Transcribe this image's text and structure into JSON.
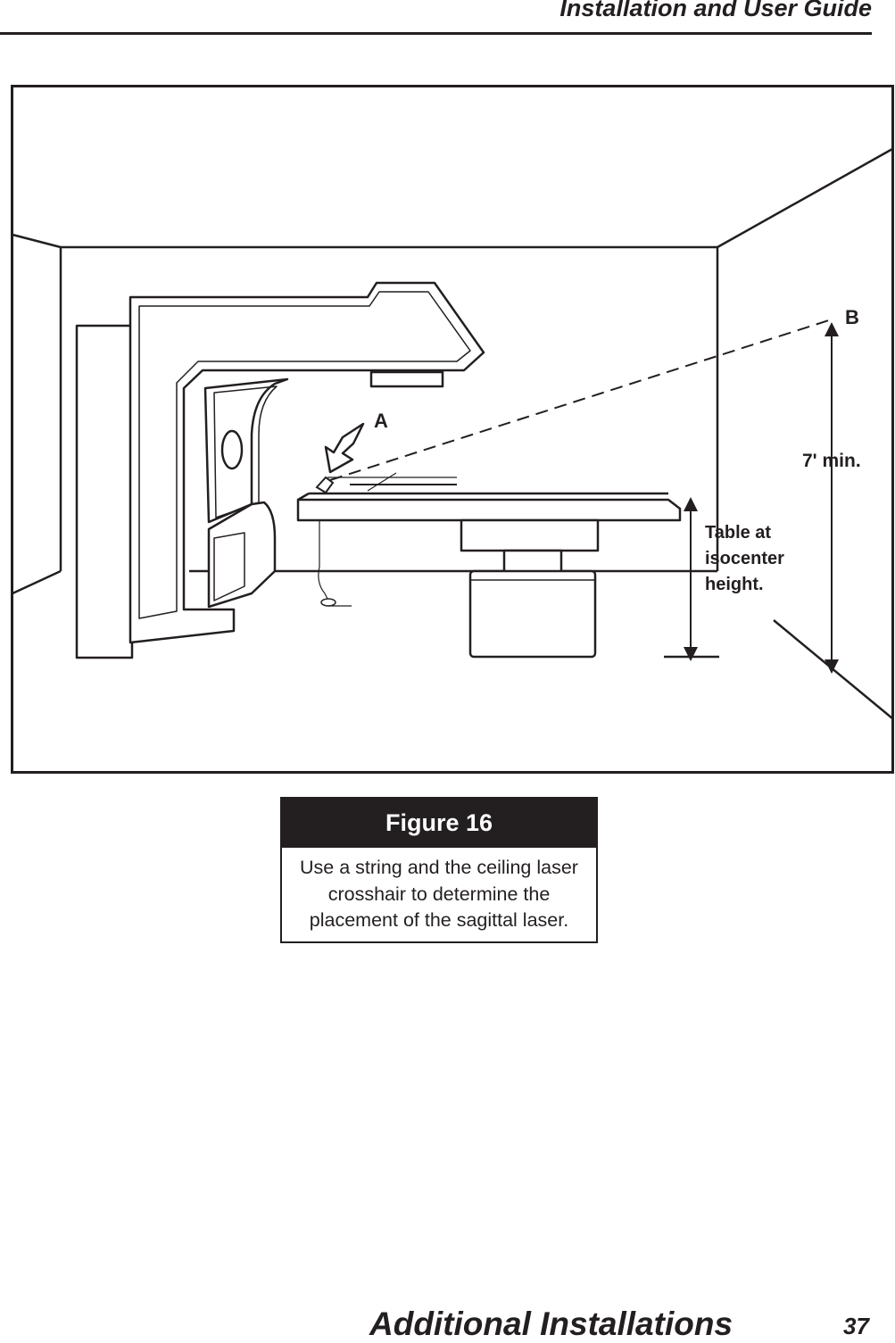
{
  "header": {
    "title": "Installation and User Guide"
  },
  "figure": {
    "labels": {
      "point_a": "A",
      "point_b": "B",
      "min_height": "7' min.",
      "table_line1": "Table at",
      "table_line2": "isocenter",
      "table_line3": "height."
    }
  },
  "caption": {
    "title": "Figure 16",
    "text": "Use a string and the ceiling laser crosshair to determine the placement of the sagittal laser."
  },
  "footer": {
    "section": "Additional Installations",
    "page_number": "37"
  }
}
